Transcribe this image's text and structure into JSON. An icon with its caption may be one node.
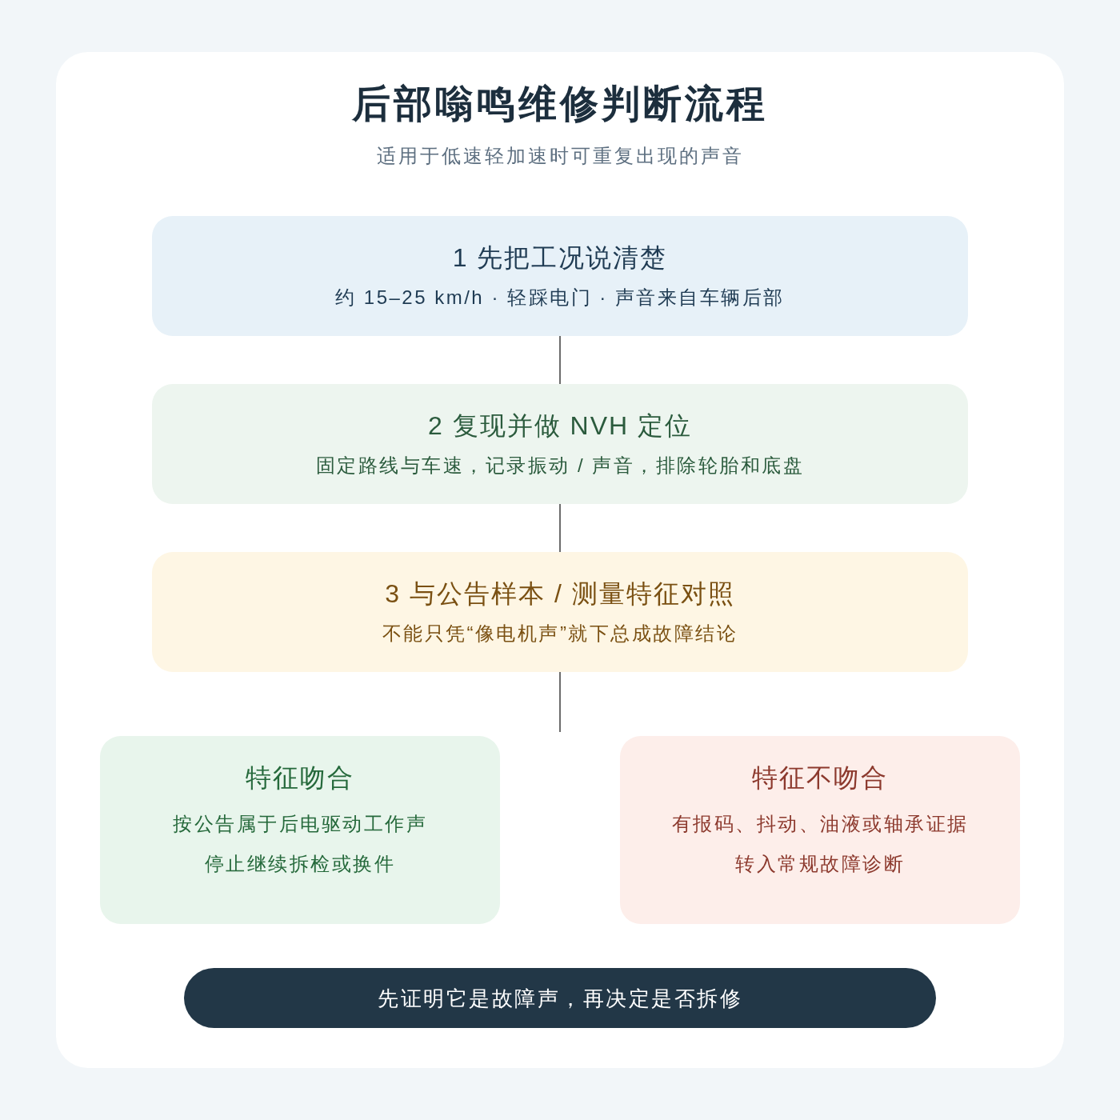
{
  "diagram": {
    "title": "后部嗡鸣维修判断流程",
    "nodes": [
      {
        "text": [
          "1 先把工况说清楚",
          "约 15–25 km/h · 轻踩电门 · 声音来自车辆后部"
        ]
      },
      {
        "text": [
          "2 复现并做 NVH 定位",
          "固定路线与车速，记录振动 / 声音，排除轮胎和底盘"
        ]
      },
      {
        "text": [
          "3 与公告样本 / 测量特征对照",
          "不能只凭“像电机声”就下总成故障结论"
        ]
      },
      {
        "text": [
          "特征吻合",
          "按公告属于后电驱动工作声",
          "停止继续拆检或换件"
        ]
      },
      {
        "text": [
          "特征不吻合",
          "有报码、抖动、油液或轴承证据",
          "转入常规故障诊断"
        ]
      },
      {
        "text": [
          "先证明它是故障声，再决定是否拆修"
        ]
      }
    ],
    "edges": [
      {
        "from": 0,
        "to": 1,
        "arrow": "none"
      },
      {
        "from": 1,
        "to": 2,
        "arrow": "none"
      },
      {
        "from": 2,
        "to": null,
        "arrow": "none"
      }
    ],
    "labels": [
      "适用于低速轻加速时可重复出现的声音"
    ]
  }
}
